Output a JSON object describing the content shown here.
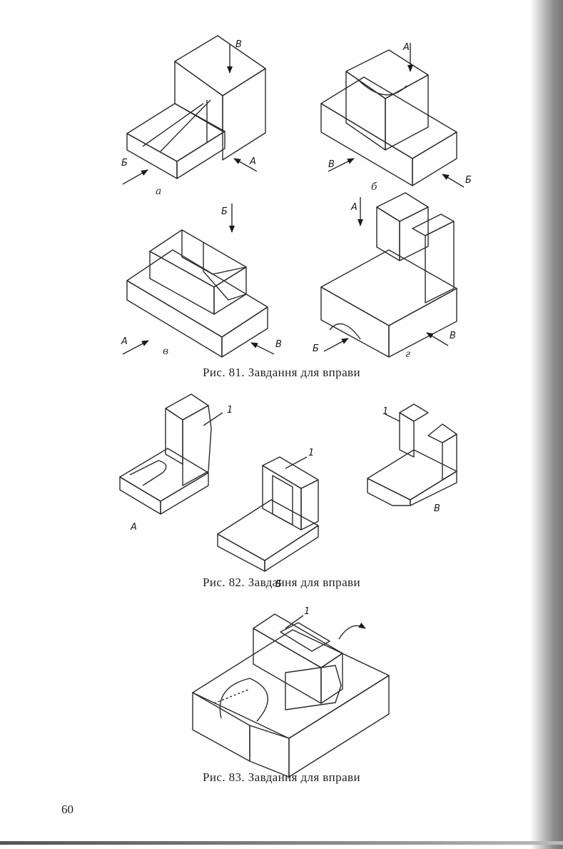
{
  "figures": {
    "fig81": {
      "caption": "Рис. 81. Завдання для вправи",
      "a": {
        "sub": "а",
        "arrows": [
          "В",
          "Б",
          "А"
        ]
      },
      "b": {
        "sub": "б",
        "arrows": [
          "А",
          "В",
          "Б"
        ]
      },
      "v": {
        "sub": "в",
        "arrows": [
          "Б",
          "А",
          "В"
        ]
      },
      "g": {
        "sub": "г",
        "arrows": [
          "А",
          "Б",
          "В"
        ]
      }
    },
    "fig82": {
      "caption": "Рис. 82. Завдання для вправи",
      "parts": [
        {
          "label": "А",
          "callout": "1"
        },
        {
          "label": "Б",
          "callout": "1"
        },
        {
          "label": "В",
          "callout": "1"
        }
      ]
    },
    "fig83": {
      "caption": "Рис. 83. Завдання для вправи",
      "callout": "1"
    }
  },
  "page_number": "60"
}
